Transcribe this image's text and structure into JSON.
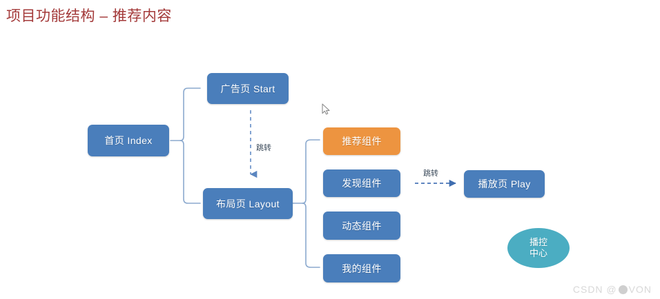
{
  "page": {
    "title": "项目功能结构 – 推荐内容",
    "title_color": "#a33939",
    "background": "#ffffff"
  },
  "palette": {
    "node_blue": "#4a7ebb",
    "node_orange": "#ed9440",
    "ellipse_teal": "#4badc2",
    "connector_blue": "#8ba9ce",
    "label_text": "#3b4a5a"
  },
  "diagram": {
    "nodes": [
      {
        "id": "index",
        "label": "首页 Index",
        "shape": "rounded-rect",
        "color": "#4a7ebb"
      },
      {
        "id": "start",
        "label": "广告页 Start",
        "shape": "rounded-rect",
        "color": "#4a7ebb"
      },
      {
        "id": "layout",
        "label": "布局页 Layout",
        "shape": "rounded-rect",
        "color": "#4a7ebb"
      },
      {
        "id": "recommend",
        "label": "推荐组件",
        "shape": "rounded-rect",
        "color": "#ed9440"
      },
      {
        "id": "discover",
        "label": "发现组件",
        "shape": "rounded-rect",
        "color": "#4a7ebb"
      },
      {
        "id": "dynamic",
        "label": "动态组件",
        "shape": "rounded-rect",
        "color": "#4a7ebb"
      },
      {
        "id": "mine",
        "label": "我的组件",
        "shape": "rounded-rect",
        "color": "#4a7ebb"
      },
      {
        "id": "play",
        "label": "播放页 Play",
        "shape": "rounded-rect",
        "color": "#4a7ebb"
      },
      {
        "id": "control",
        "label_line1": "播控",
        "label_line2": "中心",
        "shape": "ellipse",
        "color": "#4badc2"
      }
    ],
    "edges": [
      {
        "id": "start-to-layout",
        "from": "start",
        "to": "layout",
        "style": "dashed",
        "direction": "down",
        "label": "跳转"
      },
      {
        "id": "discover-to-play",
        "from": "discover",
        "to": "play",
        "style": "dashed",
        "direction": "right",
        "label": "跳转"
      }
    ],
    "brackets": [
      {
        "id": "index-bracket",
        "from": "index",
        "to": [
          "start",
          "layout"
        ]
      },
      {
        "id": "layout-bracket",
        "from": "layout",
        "to": [
          "recommend",
          "discover",
          "dynamic",
          "mine"
        ]
      }
    ]
  },
  "watermark": {
    "prefix": "CSDN @",
    "suffix": "VON"
  }
}
